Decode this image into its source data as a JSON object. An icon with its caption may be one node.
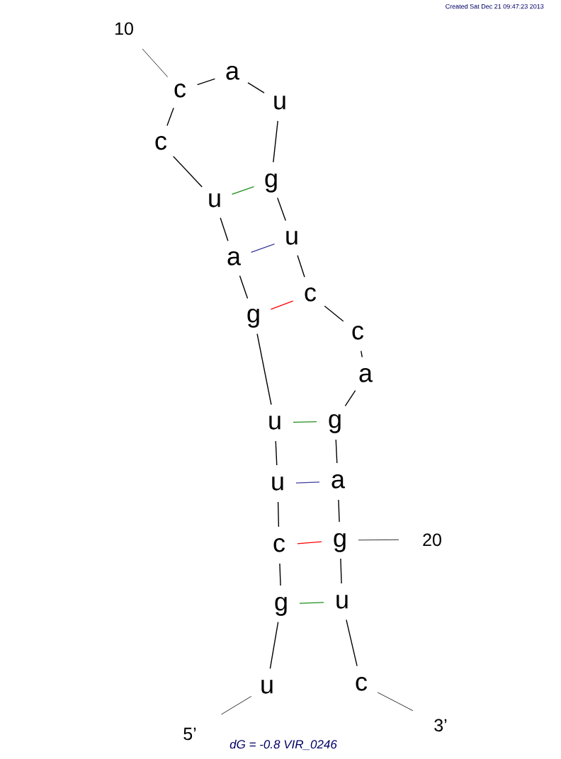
{
  "diagram": {
    "caption": "dG = -0.8 VIR_0246",
    "nodes": [
      {
        "text": [
          "u"
        ]
      },
      {
        "text": [
          "g"
        ]
      },
      {
        "text": [
          "c"
        ]
      },
      {
        "text": [
          "u"
        ]
      },
      {
        "text": [
          "u"
        ]
      },
      {
        "text": [
          "g"
        ]
      },
      {
        "text": [
          "a"
        ]
      },
      {
        "text": [
          "u"
        ]
      },
      {
        "text": [
          "c"
        ]
      },
      {
        "text": [
          "c"
        ]
      },
      {
        "text": [
          "a"
        ]
      },
      {
        "text": [
          "u"
        ]
      },
      {
        "text": [
          "g"
        ]
      },
      {
        "text": [
          "u"
        ]
      },
      {
        "text": [
          "c"
        ]
      },
      {
        "text": [
          "c"
        ]
      },
      {
        "text": [
          "a"
        ]
      },
      {
        "text": [
          "g"
        ]
      },
      {
        "text": [
          "a"
        ]
      },
      {
        "text": [
          "g"
        ]
      },
      {
        "text": [
          "u"
        ]
      },
      {
        "text": [
          "c"
        ]
      },
      {
        "text": [
          "10"
        ]
      },
      {
        "text": [
          "20"
        ]
      },
      {
        "text": [
          "5’"
        ]
      },
      {
        "text": [
          "3’"
        ]
      }
    ],
    "edges": [
      {
        "from": 0,
        "to": 1,
        "arrow": "none"
      },
      {
        "from": 1,
        "to": 2,
        "arrow": "none"
      },
      {
        "from": 2,
        "to": 3,
        "arrow": "none"
      },
      {
        "from": 3,
        "to": 4,
        "arrow": "none"
      },
      {
        "from": 4,
        "to": 5,
        "arrow": "none"
      },
      {
        "from": 5,
        "to": 6,
        "arrow": "none"
      },
      {
        "from": 6,
        "to": 7,
        "arrow": "none"
      },
      {
        "from": 7,
        "to": 8,
        "arrow": "none"
      },
      {
        "from": 8,
        "to": 9,
        "arrow": "none"
      },
      {
        "from": 9,
        "to": 10,
        "arrow": "none"
      },
      {
        "from": 10,
        "to": 11,
        "arrow": "none"
      },
      {
        "from": 11,
        "to": 12,
        "arrow": "none"
      },
      {
        "from": 12,
        "to": 13,
        "arrow": "none"
      },
      {
        "from": 13,
        "to": 14,
        "arrow": "none"
      },
      {
        "from": 14,
        "to": 15,
        "arrow": "none"
      },
      {
        "from": 15,
        "to": 16,
        "arrow": "none"
      },
      {
        "from": 16,
        "to": 17,
        "arrow": "none"
      },
      {
        "from": 17,
        "to": 18,
        "arrow": "none"
      },
      {
        "from": 18,
        "to": 19,
        "arrow": "none"
      },
      {
        "from": 19,
        "to": 20,
        "arrow": "none"
      },
      {
        "from": 20,
        "to": 21,
        "arrow": "none"
      },
      {
        "from": 7,
        "to": 12,
        "arrow": "none",
        "color": "#1e8c1e"
      },
      {
        "from": 6,
        "to": 13,
        "arrow": "none",
        "color": "#3c3ca0"
      },
      {
        "from": 5,
        "to": 14,
        "arrow": "none",
        "color": "#ff0000"
      },
      {
        "from": 4,
        "to": 17,
        "arrow": "none",
        "color": "#1e8c1e"
      },
      {
        "from": 3,
        "to": 18,
        "arrow": "none",
        "color": "#3c3ca0"
      },
      {
        "from": 2,
        "to": 19,
        "arrow": "none",
        "color": "#ff0000"
      },
      {
        "from": 1,
        "to": 20,
        "arrow": "none",
        "color": "#1e8c1e"
      },
      {
        "from": 22,
        "to": 9,
        "arrow": "none"
      },
      {
        "from": 23,
        "to": 19,
        "arrow": "none"
      },
      {
        "from": 24,
        "to": 0,
        "arrow": "none"
      },
      {
        "from": 25,
        "to": 21,
        "arrow": "none"
      }
    ],
    "labels": [
      "Created Sat Dec 21 09:47:23 2013"
    ]
  }
}
